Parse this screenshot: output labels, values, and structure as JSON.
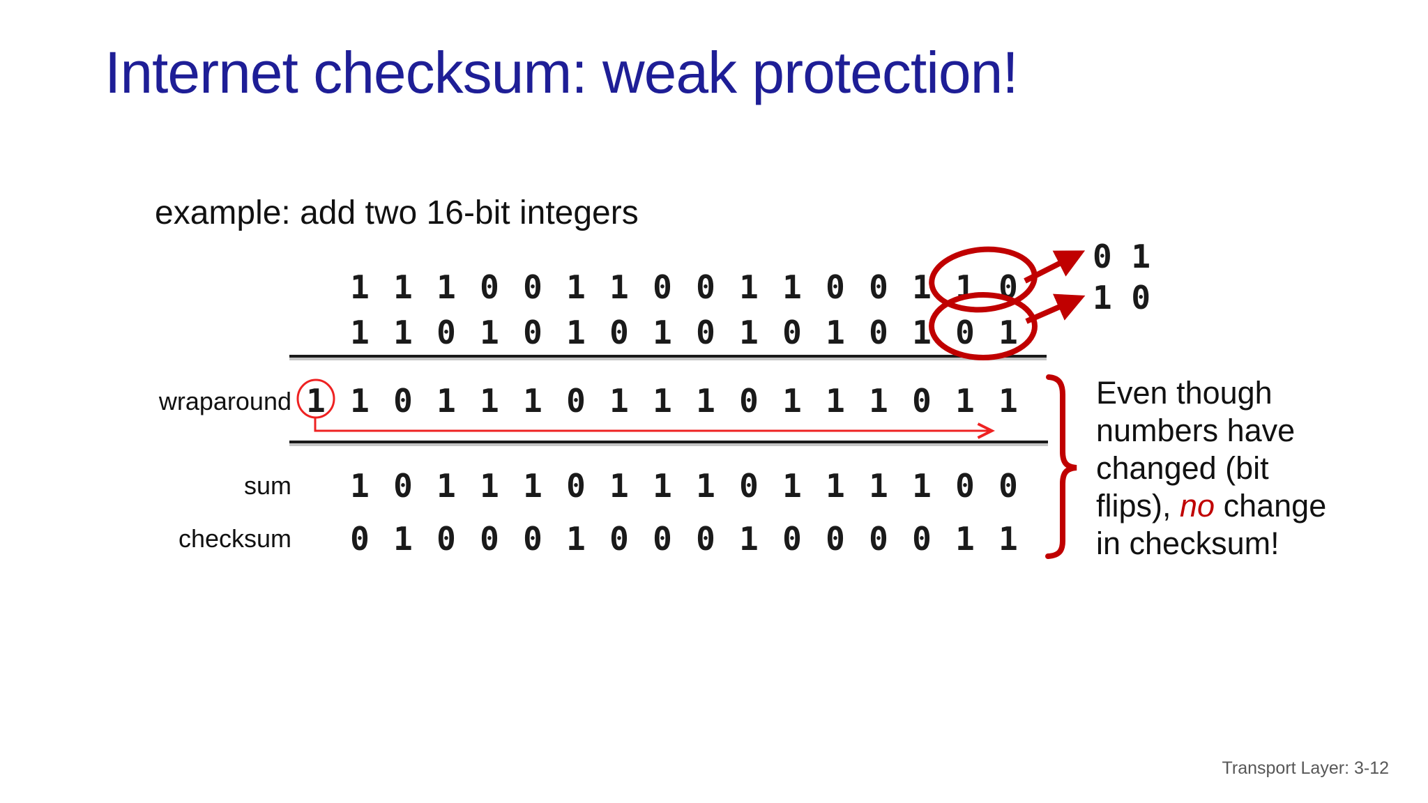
{
  "slide": {
    "title": "Internet checksum: weak protection!",
    "example_label": "example: add two 16-bit integers",
    "footer": "Transport Layer: 3-12"
  },
  "addition": {
    "row1_bits": [
      "1",
      "1",
      "1",
      "0",
      "0",
      "1",
      "1",
      "0",
      "0",
      "1",
      "1",
      "0",
      "0",
      "1",
      "1",
      "0"
    ],
    "row2_bits": [
      "1",
      "1",
      "0",
      "1",
      "0",
      "1",
      "0",
      "1",
      "0",
      "1",
      "0",
      "1",
      "0",
      "1",
      "0",
      "1"
    ],
    "wraparound_label": "wraparound",
    "wraparound_carry": "1",
    "wraparound_bits": [
      "1",
      "0",
      "1",
      "1",
      "1",
      "0",
      "1",
      "1",
      "1",
      "0",
      "1",
      "1",
      "1",
      "0",
      "1",
      "1"
    ],
    "sum_label": "sum",
    "sum_bits": [
      "1",
      "0",
      "1",
      "1",
      "1",
      "0",
      "1",
      "1",
      "1",
      "0",
      "1",
      "1",
      "1",
      "1",
      "0",
      "0"
    ],
    "checksum_label": "checksum",
    "checksum_bits": [
      "0",
      "1",
      "0",
      "0",
      "0",
      "1",
      "0",
      "0",
      "0",
      "1",
      "0",
      "0",
      "0",
      "0",
      "1",
      "1"
    ]
  },
  "flipped_bits": {
    "row1_new": "0 1",
    "row2_new": "1 0"
  },
  "annotation": {
    "line1": "Even though",
    "line2": "numbers have",
    "line3": "changed (bit",
    "line4_before": "flips), ",
    "line4_highlight": "no",
    "line4_after": " change",
    "line5": "in checksum!"
  },
  "colors": {
    "title_blue": "#1e1e96",
    "dark_red": "#c00000",
    "bright_red": "#ee2222",
    "footer_gray": "#575757"
  }
}
